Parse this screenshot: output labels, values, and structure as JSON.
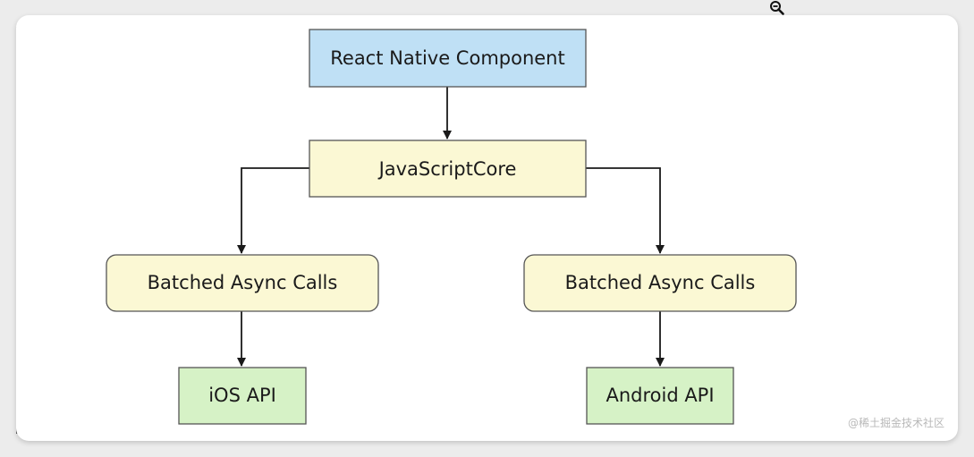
{
  "diagram": {
    "nodes": {
      "react_native_component": {
        "label": "React Native Component",
        "fill": "#bfe0f5"
      },
      "javascriptcore": {
        "label": "JavaScriptCore",
        "fill": "#fbf8d4"
      },
      "batched_left": {
        "label": "Batched Async Calls",
        "fill": "#fbf8d4"
      },
      "batched_right": {
        "label": "Batched Async Calls",
        "fill": "#fbf8d4"
      },
      "ios_api": {
        "label": "iOS API",
        "fill": "#d6f2c6"
      },
      "android_api": {
        "label": "Android API",
        "fill": "#d6f2c6"
      }
    },
    "edges": [
      {
        "from": "react_native_component",
        "to": "javascriptcore"
      },
      {
        "from": "javascriptcore",
        "to": "batched_left"
      },
      {
        "from": "javascriptcore",
        "to": "batched_right"
      },
      {
        "from": "batched_left",
        "to": "ios_api"
      },
      {
        "from": "batched_right",
        "to": "android_api"
      }
    ]
  },
  "watermark": {
    "text": "@稀土掘金技术社区"
  },
  "toolbar": {
    "zoom_icon": "zoom-out-icon"
  }
}
